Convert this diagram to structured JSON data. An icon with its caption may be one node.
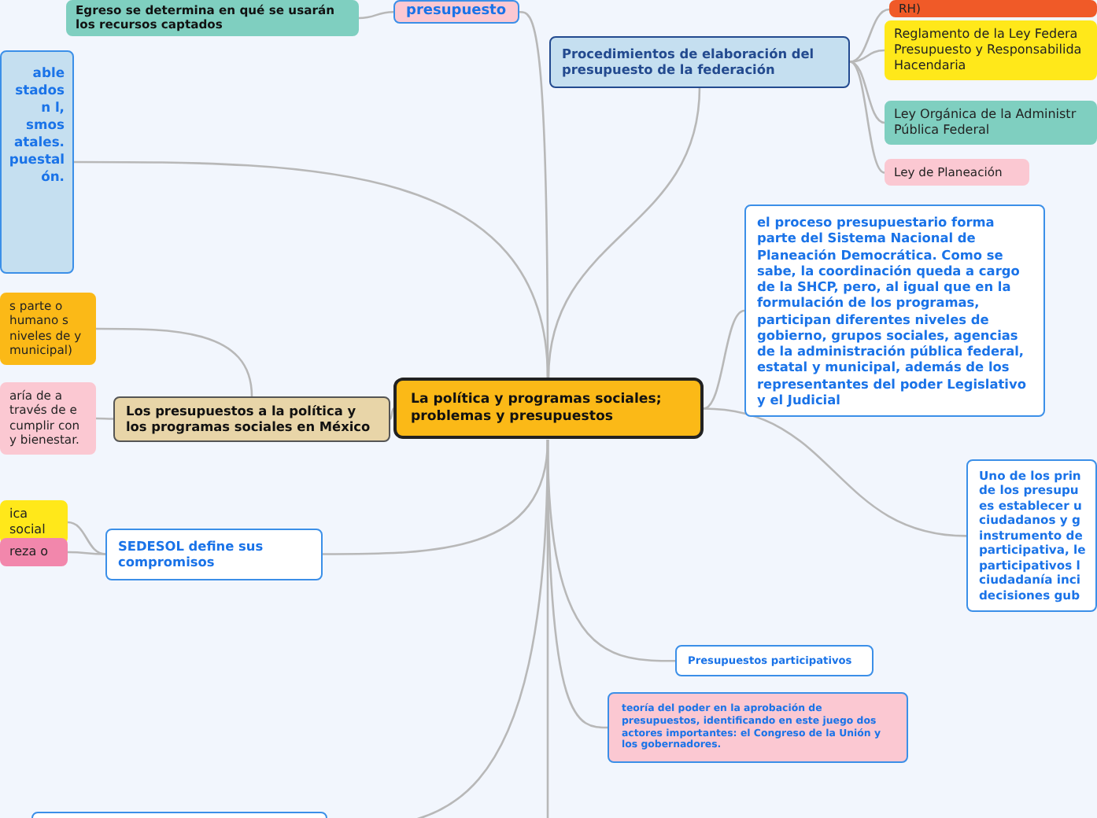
{
  "diagram": {
    "nodes": [
      {
        "text": [
          "La política y programas sociales; problemas y presupuestos"
        ]
      },
      {
        "text": [
          "Egreso se determina en qué se usarán los recursos captados"
        ]
      },
      {
        "text": [
          "presupuesto"
        ]
      },
      {
        "text": [
          "able stados n l, smos atales. puestal ón."
        ]
      },
      {
        "text": [
          "s parte o humano s niveles de y municipal)"
        ]
      },
      {
        "text": [
          "Los presupuestos a la política y los programas sociales en México"
        ]
      },
      {
        "text": [
          "aría de a través de e cumplir con y bienestar."
        ]
      },
      {
        "text": [
          "ica social"
        ]
      },
      {
        "text": [
          "reza o"
        ]
      },
      {
        "text": [
          "SEDESOL define sus compromisos"
        ]
      },
      {
        "text": [],
        "shape": "box"
      },
      {
        "text": [
          "Procedimientos de elaboración del presupuesto de la federación"
        ]
      },
      {
        "text": [
          "RH)"
        ]
      },
      {
        "text": [
          "Reglamento de la Ley Federa Presupuesto y Responsabilida Hacendaria"
        ]
      },
      {
        "text": [
          "Ley Orgánica de la Administr Pública Federal"
        ]
      },
      {
        "text": [
          "Ley de Planeación"
        ]
      },
      {
        "text": [
          "el proceso presupuestario forma parte del Sistema Nacional de Planeación Democrática. Como se sabe, la coordinación queda a cargo de la SHCP, pero, al igual que en la formulación de los programas, participan diferentes niveles de gobierno, grupos sociales, agencias de la administración pública federal, estatal y municipal, además de los representantes del poder Legislativo y el Judicial"
        ]
      },
      {
        "text": [
          "Uno de los prin de los presupu es establecer u ciudadanos y g instrumento de participativa, le participativos l ciudadanía inci decisiones gub"
        ]
      },
      {
        "text": [
          "Presupuestos participativos"
        ]
      },
      {
        "text": [
          "teoría del poder en la aprobación de presupuestos, identificando en este juego dos actores importantes: el Congreso de la Unión y los gobernadores."
        ]
      }
    ],
    "edges": [
      {
        "from": 0,
        "to": 2,
        "arrow": "none"
      },
      {
        "from": 2,
        "to": 1,
        "arrow": "none"
      },
      {
        "from": 0,
        "to": 3,
        "arrow": "none"
      },
      {
        "from": 0,
        "to": 5,
        "arrow": "none"
      },
      {
        "from": 5,
        "to": 4,
        "arrow": "none"
      },
      {
        "from": 5,
        "to": 6,
        "arrow": "none"
      },
      {
        "from": 0,
        "to": 9,
        "arrow": "none"
      },
      {
        "from": 9,
        "to": 7,
        "arrow": "none"
      },
      {
        "from": 9,
        "to": 8,
        "arrow": "none"
      },
      {
        "from": 0,
        "to": 10,
        "arrow": "none"
      },
      {
        "from": 0,
        "to": 11,
        "arrow": "none"
      },
      {
        "from": 11,
        "to": 12,
        "arrow": "none"
      },
      {
        "from": 11,
        "to": 13,
        "arrow": "none"
      },
      {
        "from": 11,
        "to": 14,
        "arrow": "none"
      },
      {
        "from": 11,
        "to": 15,
        "arrow": "none"
      },
      {
        "from": 0,
        "to": 16,
        "arrow": "none"
      },
      {
        "from": 0,
        "to": 17,
        "arrow": "none"
      },
      {
        "from": 0,
        "to": 18,
        "arrow": "none"
      },
      {
        "from": 0,
        "to": 19,
        "arrow": "none"
      },
      {
        "from": 0,
        "to": null,
        "arrow": "none"
      }
    ]
  }
}
